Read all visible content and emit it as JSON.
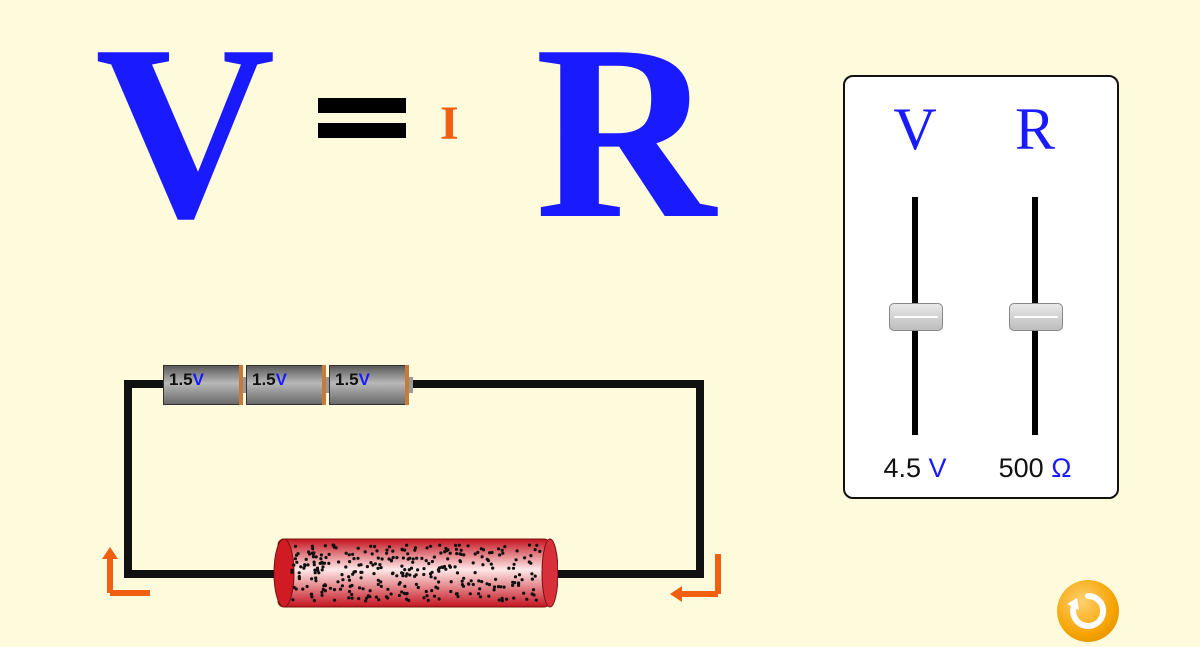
{
  "equation": {
    "v": "V",
    "equals": "=",
    "i": "I",
    "r": "R"
  },
  "panel": {
    "voltage_label": "V",
    "resistance_label": "R",
    "voltage_value": "4.5",
    "voltage_unit": "V",
    "resistance_value": "500",
    "resistance_unit": "Ω",
    "voltage_slider_fraction": 0.5,
    "resistance_slider_fraction": 0.5
  },
  "circuit": {
    "batteries": [
      {
        "value": "1.5",
        "unit": "V"
      },
      {
        "value": "1.5",
        "unit": "V"
      },
      {
        "value": "1.5",
        "unit": "V"
      }
    ]
  },
  "icons": {
    "reset": "reset-icon",
    "current_direction": "current-arrow-icon"
  },
  "colors": {
    "background": "#fdfbdc",
    "blue": "#1a1aff",
    "orange": "#f06010",
    "resistor": "#e0202a"
  }
}
